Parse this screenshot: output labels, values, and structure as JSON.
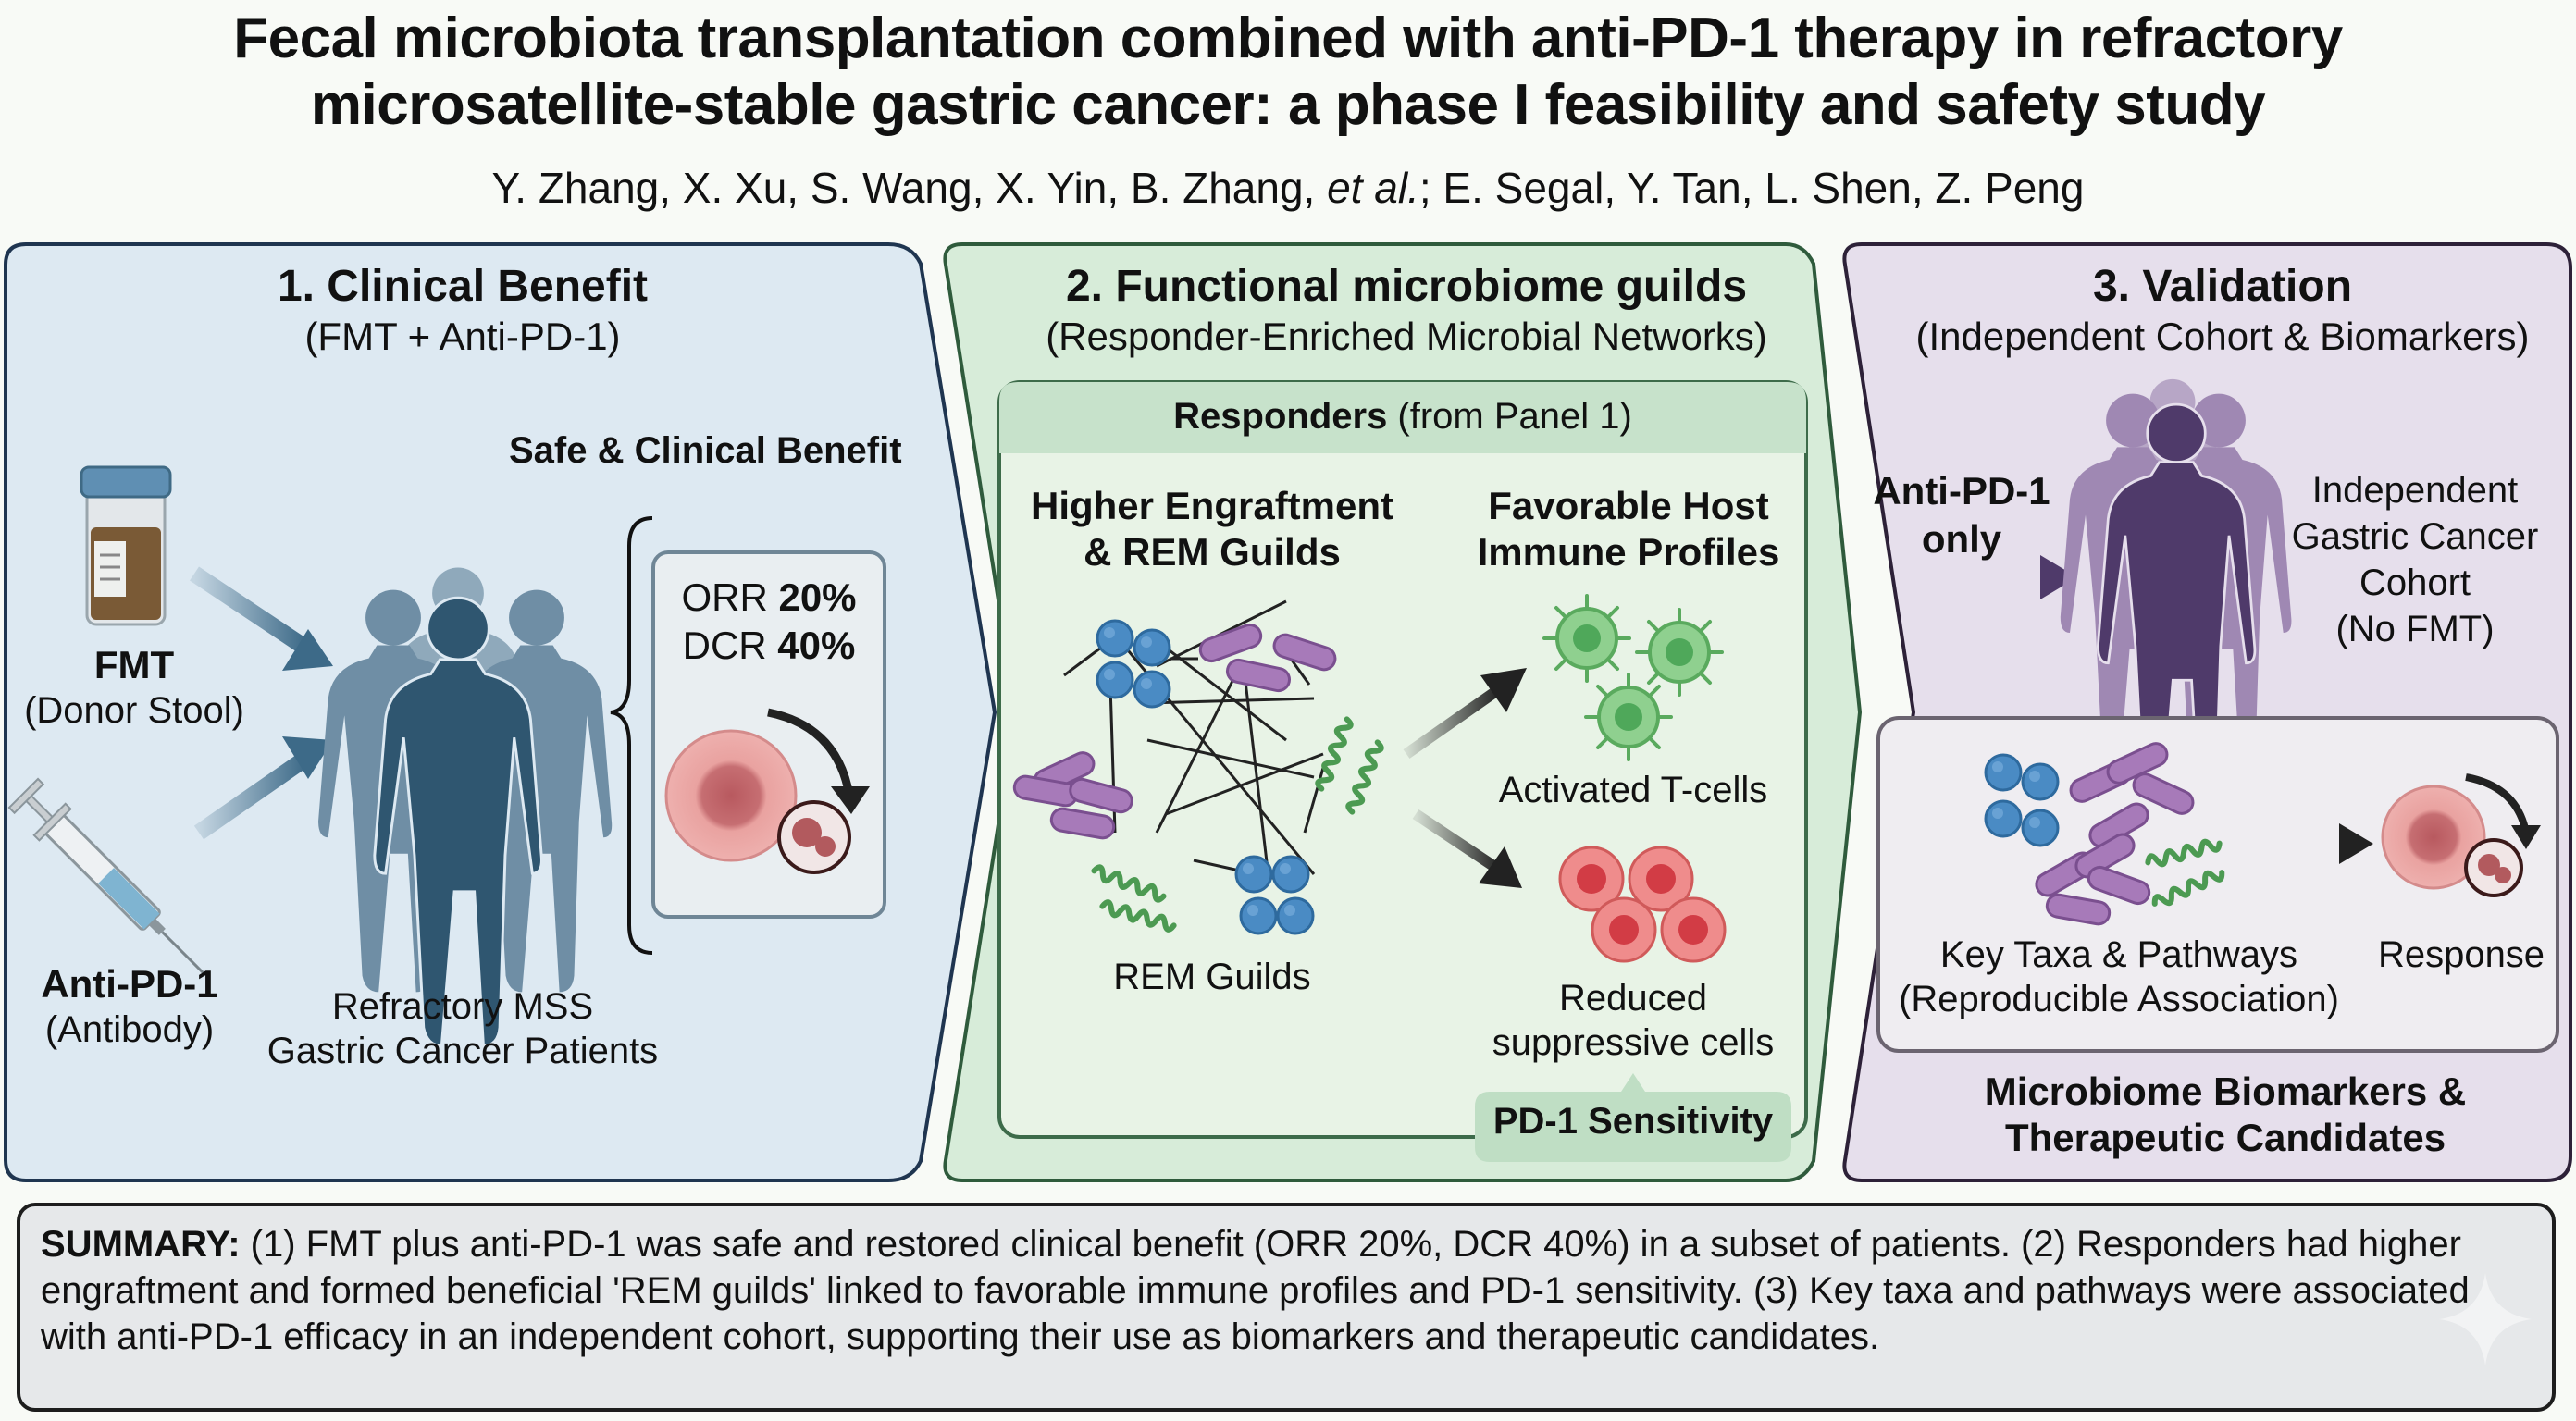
{
  "header": {
    "title_line1": "Fecal microbiota transplantation combined with anti-PD-1 therapy in refractory",
    "title_line2": "microsatellite-stable gastric cancer: a phase I feasibility and safety study",
    "authors_pre": "Y. Zhang, X. Xu, S. Wang, X. Yin, B. Zhang, ",
    "authors_etal": "et al.",
    "authors_post": "; E. Segal, Y. Tan, L. Shen, Z. Peng"
  },
  "panel1": {
    "title": "1. Clinical Benefit",
    "subtitle": "(FMT + Anti-PD-1)",
    "outcome_heading": "Safe & Clinical Benefit",
    "fmt_label": "FMT",
    "fmt_sub": "(Donor Stool)",
    "antibody_label": "Anti-PD-1",
    "antibody_sub": "(Antibody)",
    "patients_line1": "Refractory MSS",
    "patients_line2": "Gastric Cancer Patients",
    "orr_label": "ORR",
    "orr_value": "20%",
    "dcr_label": "DCR",
    "dcr_value": "40%",
    "icons": [
      "stool-sample-jar-icon",
      "syringe-icon",
      "patient-group-icon",
      "tumor-shrinkage-icon"
    ]
  },
  "panel2": {
    "title": "2. Functional microbiome guilds",
    "subtitle": "(Responder-Enriched Microbial Networks)",
    "responders_bold": "Responders",
    "responders_rest": " (from Panel 1)",
    "left_heading_line1": "Higher Engraftment",
    "left_heading_line2": "& REM Guilds",
    "right_heading_line1": "Favorable Host",
    "right_heading_line2": "Immune Profiles",
    "network_label": "REM Guilds",
    "tcells_label": "Activated T-cells",
    "suppressive_line1": "Reduced",
    "suppressive_line2": "suppressive cells",
    "sensitivity_badge": "PD-1 Sensitivity",
    "icons": [
      "microbial-network-icon",
      "t-cell-icon",
      "suppressive-cell-icon"
    ]
  },
  "panel3": {
    "title": "3. Validation",
    "subtitle": "(Independent Cohort & Biomarkers)",
    "treatment_line1": "Anti-PD-1",
    "treatment_line2": "only",
    "cohort_line1": "Independent",
    "cohort_line2": "Gastric Cancer",
    "cohort_line3": "Cohort",
    "cohort_line4": "(No FMT)",
    "taxa_line1": "Key Taxa & Pathways",
    "taxa_line2": "(Reproducible Association)",
    "response_label": "Response",
    "footer_line1": "Microbiome Biomarkers &",
    "footer_line2": "Therapeutic Candidates",
    "icons": [
      "cohort-group-icon",
      "bacteria-icon",
      "tumor-response-icon"
    ]
  },
  "summary": {
    "lead": "SUMMARY:",
    "text": " (1) FMT plus anti-PD-1 was safe and restored clinical benefit (ORR 20%, DCR 40%) in a subset of patients. (2) Responders had higher engraftment and formed beneficial 'REM guilds' linked to favorable immune profiles and PD-1 sensitivity. (3) Key taxa and pathways were associated with anti-PD-1 efficacy in an independent cohort, supporting their use as biomarkers and therapeutic candidates."
  },
  "colors": {
    "panel1_bg": "#dde9f2",
    "panel1_border": "#1f3550",
    "panel2_bg": "#d7ecd9",
    "panel2_border": "#2f5b3c",
    "panel3_bg": "#e6dfec",
    "panel3_border": "#2d2138",
    "patient_blue": "#3f6a85",
    "cohort_purple": "#4f3a6a",
    "coccus_blue": "#4a8bc4",
    "rod_purple": "#a77ab9",
    "spiral_green": "#5aaa5e",
    "tcell_green": "#7cc47f",
    "suppressive_red": "#e06b6b",
    "tumor_pink": "#e8a3a3",
    "summary_bg": "#e6e8ea"
  }
}
